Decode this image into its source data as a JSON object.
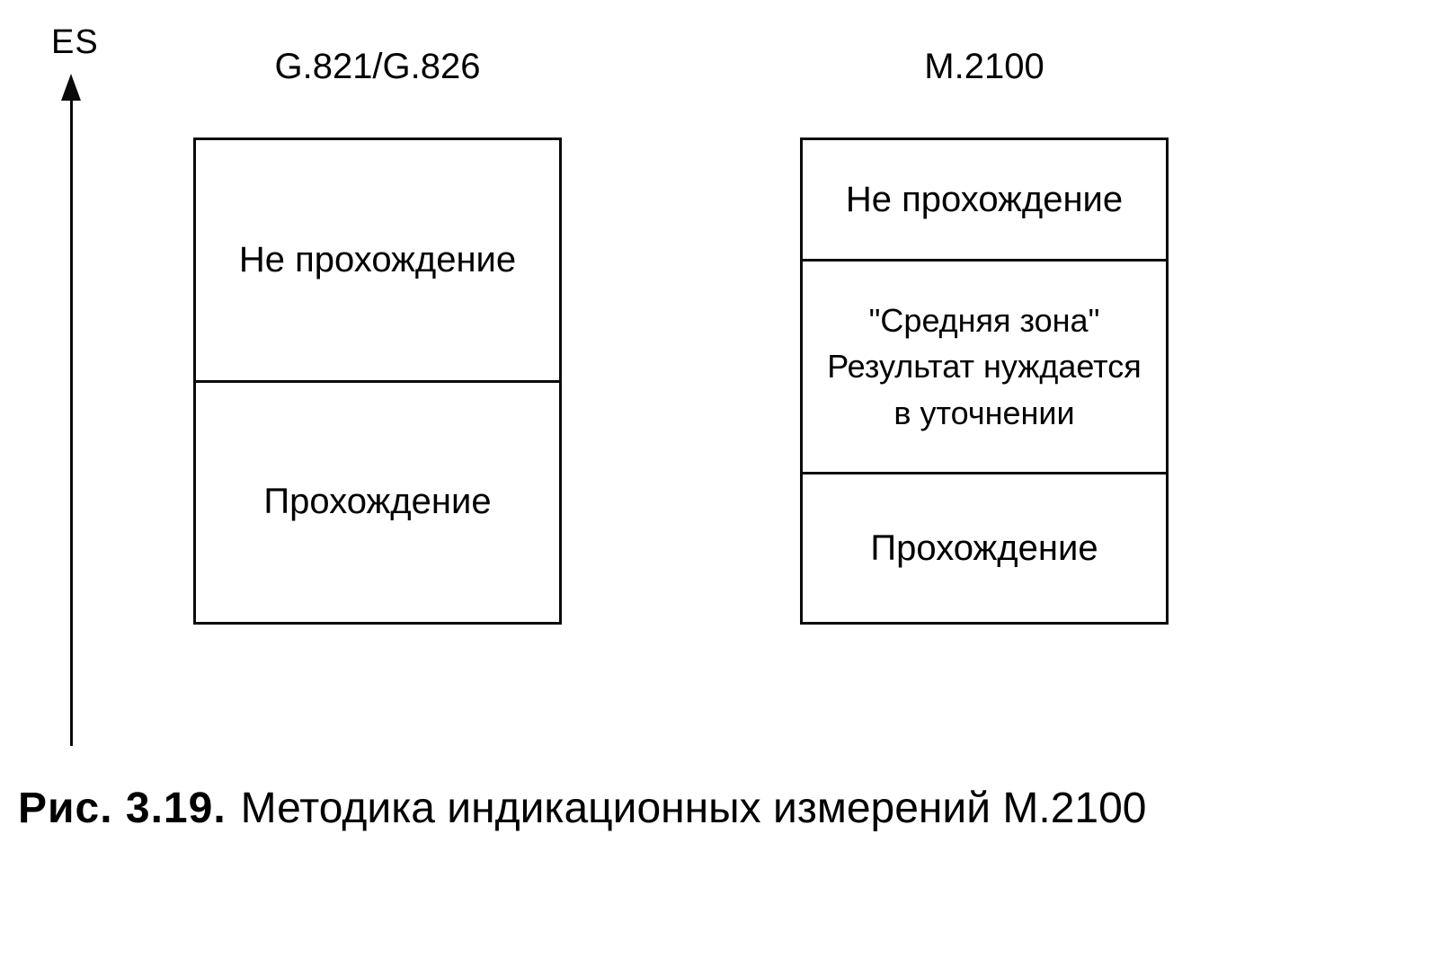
{
  "axis": {
    "label": "ES"
  },
  "columns": {
    "left": {
      "title": "G.821/G.826",
      "zones": {
        "fail": "Не прохождение",
        "pass": "Прохождение"
      }
    },
    "right": {
      "title": "М.2100",
      "zones": {
        "fail": "Не прохождение",
        "middle": {
          "line1": "\"Средняя зона\"",
          "line2": "Результат нуждается",
          "line3": "в уточнении"
        },
        "pass": "Прохождение"
      }
    }
  },
  "caption": {
    "figure_number": "Рис. 3.19.",
    "text": "Методика индикационных измерений М.2100"
  }
}
